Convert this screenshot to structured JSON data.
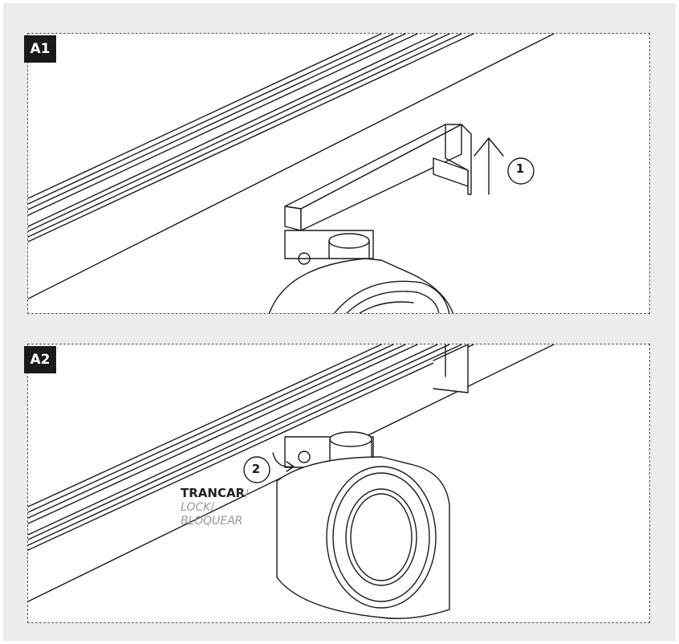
{
  "panels": [
    {
      "label": "A1",
      "step": "1"
    },
    {
      "label": "A2",
      "step": "2"
    }
  ],
  "lock_label": {
    "main": "TRANCAR",
    "alt1": "LOCK",
    "alt2": "BLOQUEAR",
    "separator": "/"
  },
  "colors": {
    "background": "#ececec",
    "panel": "#ffffff",
    "line": "#1a1a1a",
    "badge": "#1a1a1a",
    "alt_text": "#999999"
  }
}
